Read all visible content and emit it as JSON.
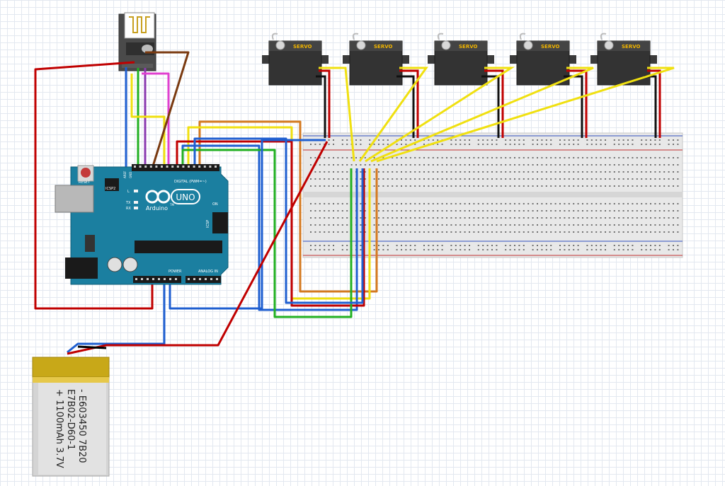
{
  "servo": {
    "label": "SERVO",
    "count": 5
  },
  "arduino": {
    "reset": "RESET",
    "icsp2": "ICSP2",
    "logo": "UNO",
    "brand": "Arduino",
    "tm": "TM",
    "digital": "DIGITAL (PWM=~)",
    "on": "ON",
    "icsp": "ICSP",
    "led_l": "L",
    "led_tx": "TX",
    "led_rx": "RX",
    "power": "POWER",
    "analog": "ANALOG IN",
    "aref": "AREF",
    "gnd": "GND"
  },
  "battery": {
    "line1": "- E603450 7B20",
    "line2": "E7B02-D60-1",
    "line3": "+ 1100mAh 3.7V"
  },
  "colors": {
    "arduino_board": "#1b7fa0",
    "wire_red": "#c00000",
    "wire_blue": "#1f5fd0",
    "wire_green": "#22b022",
    "wire_yellow": "#f0e010",
    "wire_orange": "#d47a20",
    "wire_brown": "#7a3a10",
    "wire_magenta": "#e040d0",
    "wire_purple": "#8a3ab0",
    "servo_body": "#333333",
    "servo_label": "#f0b400",
    "battery_top": "#c8a818"
  }
}
